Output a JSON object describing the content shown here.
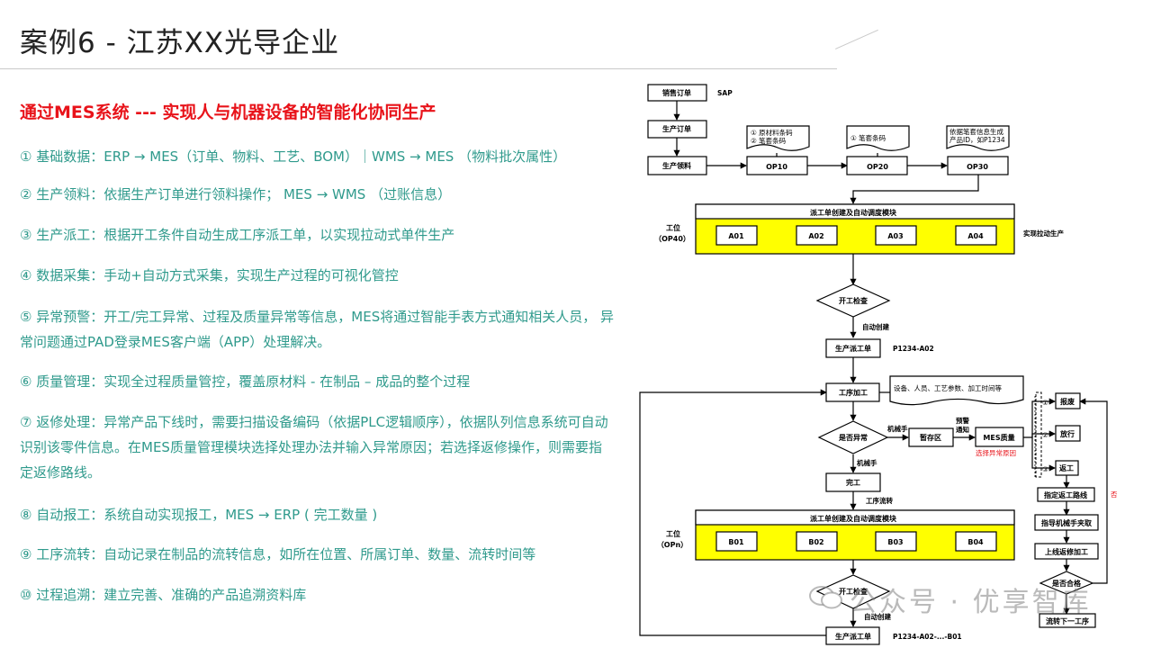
{
  "page": {
    "title": "案例6 -  江苏XX光导企业",
    "subtitle": "通过MES系统 --- 实现人与机器设备的智能化协同生产"
  },
  "items": [
    "① 基础数据：ERP → MES（订单、物料、工艺、BOM）｜WMS → MES （物料批次属性）",
    "② 生产领料：依据生产订单进行领料操作；  MES → WMS （过账信息）",
    "③ 生产派工：根据开工条件自动生成工序派工单，以实现拉动式单件生产",
    "④ 数据采集：手动+自动方式采集，实现生产过程的可视化管控",
    "⑤ 异常预警：开工/完工异常、过程及质量异常等信息，MES将通过智能手表方式通知相关人员，    异常问题通过PAD登录MES客户端（APP）处理解决。",
    "⑥ 质量管理：实现全过程质量管控，覆盖原材料 - 在制品 – 成品的整个过程",
    "⑦ 返修处理：异常产品下线时，需要扫描设备编码（依据PLC逻辑顺序），依据队列信息系统可自动识别该零件信息。在MES质量管理模块选择处理办法并输入异常原因；若选择返修操作，则需要指定返修路线。",
    "⑧ 自动报工：系统自动实现报工，MES → ERP ( 完工数量 )",
    "⑨ 工序流转：自动记录在制品的流转信息，如所在位置、所属订单、数量、流转时间等",
    "⑩ 过程追溯：建立完善、准确的产品追溯资料库"
  ],
  "diagram": {
    "sales_order": "销售订单",
    "sap": "SAP",
    "prod_order": "生产订单",
    "note1_line1": "① 原材料条码",
    "note1_line2": "② 笔套条码",
    "note2": "① 笔套条码",
    "note3_line1": "依据笔套信息生成",
    "note3_line2": "产品ID，如P1234",
    "prod_pick": "生产领料",
    "op10": "OP10",
    "op20": "OP20",
    "op30": "OP30",
    "dispatch_module": "派工单创建及自动调度模块",
    "station_label": "工位",
    "op40": "（OP40）",
    "a01": "A01",
    "a02": "A02",
    "a03": "A03",
    "a04": "A04",
    "pull_prod": "实现拉动生产",
    "start_check": "开工检查",
    "auto_create": "自动创建",
    "work_order": "生产派工单",
    "wo_id1": "P1234-A02",
    "process": "工序加工",
    "process_note": "设备、人员、工艺参数、加工时间等",
    "is_abnormal": "是否异常",
    "robot_arm": "机械手",
    "buffer": "暂存区",
    "warn_line1": "预警",
    "warn_line2": "通知",
    "mes_quality": "MES质量",
    "select_reason": "选择异常原因",
    "scrap": "报废",
    "release": "放行",
    "rework": "返工",
    "c1": "①",
    "c2": "②",
    "c3": "③",
    "robot_arm2": "机械手",
    "finish": "完工",
    "flow": "工序流转",
    "route": "指定返工路线",
    "guide_robot": "指导机械手夹取",
    "online_repair": "上线返修加工",
    "opn": "（OPn）",
    "b01": "B01",
    "b02": "B02",
    "b03": "B03",
    "b04": "B04",
    "is_ok": "是否合格",
    "no": "否",
    "next_proc": "流转下一工序",
    "start_check2": "开工检查",
    "auto_create2": "自动创建",
    "work_order2": "生产派工单",
    "wo_id2": "P1234-A02-...-B01"
  },
  "watermark": "公众号 · 优享智库",
  "colors": {
    "accent_red": "#e8131a",
    "item_teal": "#2f9a8c",
    "yellow": "#ffff00"
  }
}
